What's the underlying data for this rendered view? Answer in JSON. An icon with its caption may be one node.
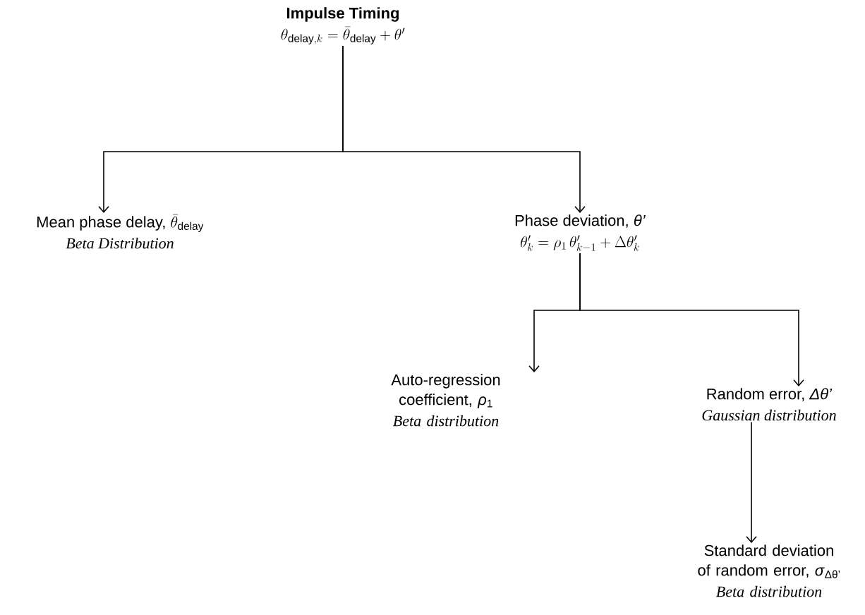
{
  "diagram": {
    "nodes": [
      {
        "text": [
          "Impulse Timing",
          "\\theta_{\\mathrm{delay},k} = \\bar{\\theta}_{\\mathrm{delay}} + \\theta'"
        ]
      },
      {
        "text": [
          "Mean phase delay,",
          "\\bar{\\theta}_{\\mathrm{delay}}",
          "Beta Distribution"
        ]
      },
      {
        "text": [
          "Phase deviation, *θ’*",
          "\\theta'_k = \\rho_1\\,\\theta'_{k-1} + \\Delta\\theta'_k"
        ]
      },
      {
        "text": [
          "Auto-regression coefficient, *ρ*$_{1}$",
          "Beta distribution"
        ]
      },
      {
        "text": [
          "Random error, *Δθ’*",
          "Gaussian distribution"
        ]
      },
      {
        "text": [
          "Standard deviation of random error, *σ*$_{Δθ’}$",
          "Beta distribution"
        ]
      }
    ],
    "edges": [
      {
        "from": 0,
        "to": 1,
        "arrow": "to"
      },
      {
        "from": 0,
        "to": 2,
        "arrow": "to"
      },
      {
        "from": 2,
        "to": 3,
        "arrow": "to"
      },
      {
        "from": 2,
        "to": 4,
        "arrow": "to"
      },
      {
        "from": 4,
        "to": 5,
        "arrow": "to"
      }
    ]
  }
}
